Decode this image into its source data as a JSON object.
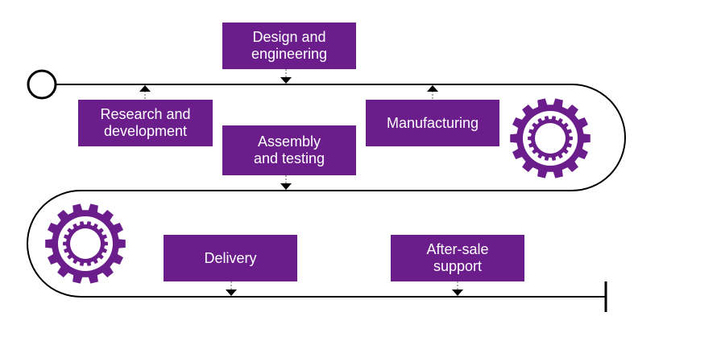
{
  "stages": {
    "research": "Research and\ndevelopment",
    "design": "Design and\nengineering",
    "assembly": "Assembly\nand testing",
    "manufacturing": "Manufacturing",
    "delivery": "Delivery",
    "aftersale": "After-sale\nsupport"
  },
  "colors": {
    "accent": "#6b1d8c",
    "line": "#000000",
    "text": "#ffffff"
  },
  "icons": {
    "start": "start-circle-icon",
    "end": "end-bar-icon",
    "gear": "gear-icon",
    "arrow_up": "arrow-up-icon",
    "arrow_down": "arrow-down-icon"
  }
}
